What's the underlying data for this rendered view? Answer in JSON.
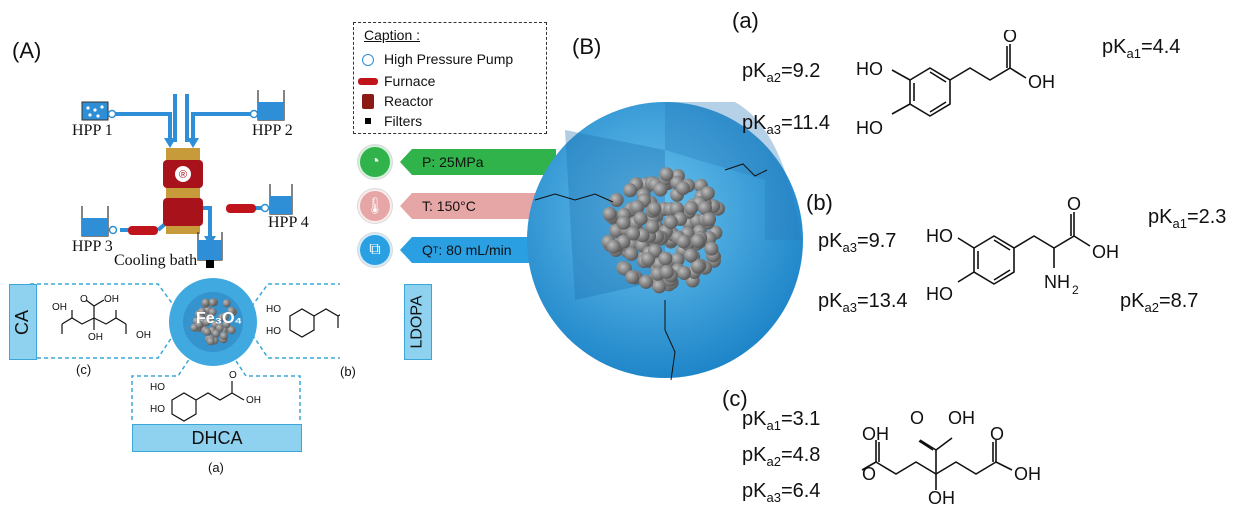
{
  "panels": {
    "A": "(A)",
    "B": "(B)",
    "a": "(a)",
    "b": "(b)",
    "c": "(c)"
  },
  "setup": {
    "pumps": [
      "HPP 1",
      "HPP 2",
      "HPP 3",
      "HPP 4"
    ],
    "cooling_bath": "Cooling bath",
    "reactor_mark": "®",
    "core": "Fe₃O₄"
  },
  "caption": {
    "title": "Caption :",
    "items": [
      {
        "icon": "pump-icon",
        "label": "High Pressure Pump"
      },
      {
        "icon": "furnace-icon",
        "label": "Furnace"
      },
      {
        "icon": "reactor-icon",
        "label": "Reactor"
      },
      {
        "icon": "filter-icon",
        "label": "Filters"
      }
    ]
  },
  "conditions": [
    {
      "icon": "gauge-icon",
      "label": "P: 25MPa",
      "color": "#2fb34a"
    },
    {
      "icon": "thermometer-icon",
      "label": "T: 150°C",
      "color": "#e7a6a6"
    },
    {
      "icon": "flow-icon",
      "label_prefix": "Q",
      "label_sub": "T",
      "label_rest": ": 80 mL/min",
      "color": "#2aa0e3"
    }
  ],
  "ligand_tags": {
    "CA": "CA",
    "LDOPA": "LDOPA",
    "DHCA": "DHCA"
  },
  "sublabels": {
    "c": "(c)",
    "b": "(b)",
    "a": "(a)"
  },
  "molecules": {
    "DHCA": {
      "label": "(a)",
      "pka": [
        {
          "base": "pK",
          "sub": "a2",
          "value": "=9.2"
        },
        {
          "base": "pK",
          "sub": "a1",
          "value": "=4.4"
        },
        {
          "base": "pK",
          "sub": "a3",
          "value": "=11.4"
        }
      ]
    },
    "LDOPA": {
      "label": "(b)",
      "pka": [
        {
          "base": "pK",
          "sub": "a3",
          "value": "=9.7"
        },
        {
          "base": "pK",
          "sub": "a1",
          "value": "=2.3"
        },
        {
          "base": "pK",
          "sub": "a3",
          "value": "=13.4"
        },
        {
          "base": "pK",
          "sub": "a2",
          "value": "=8.7"
        }
      ]
    },
    "CA": {
      "label": "(c)",
      "pka": [
        {
          "base": "pK",
          "sub": "a1",
          "value": "=3.1"
        },
        {
          "base": "pK",
          "sub": "a2",
          "value": "=4.8"
        },
        {
          "base": "pK",
          "sub": "a3",
          "value": "=6.4"
        }
      ]
    }
  },
  "atoms": {
    "HO": "HO",
    "OH": "OH",
    "O": "O",
    "NH": "NH",
    "NH2_sub": "2"
  },
  "colors": {
    "blue": "#2f8fd6",
    "sphere": "#3fa9e0",
    "core": "#7a7a7a",
    "furnace": "#c0141c",
    "tag": "#8ed2f0"
  }
}
